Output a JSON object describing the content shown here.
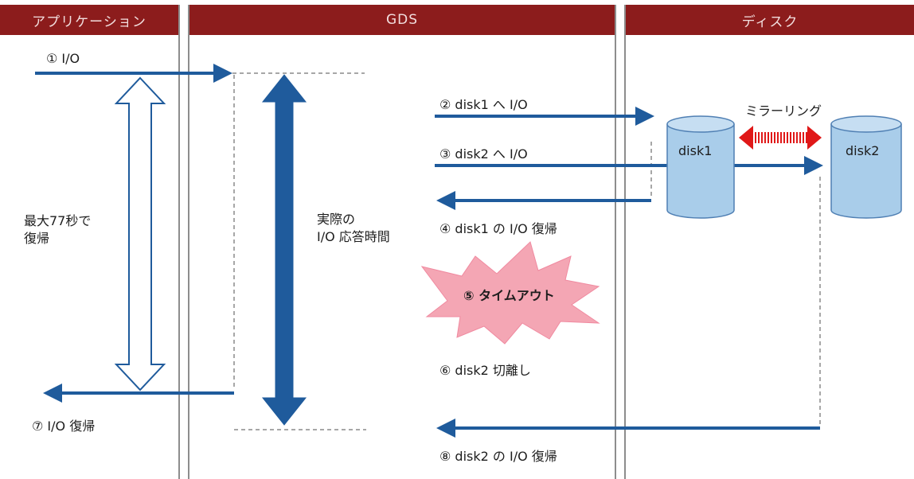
{
  "lanes": {
    "app": "アプリケーション",
    "gds": "GDS",
    "disk": "ディスク"
  },
  "steps": {
    "s1": "① I/O",
    "s2": "② disk1 へ I/O",
    "s3": "③ disk2 へ I/O",
    "s4": "④ disk1 の I/O 復帰",
    "s5": "⑤ タイムアウト",
    "s6": "⑥ disk2 切離し",
    "s7": "⑦ I/O 復帰",
    "s8": "⑧ disk2 の I/O 復帰"
  },
  "labels": {
    "max_recovery_line1": "最大77秒で",
    "max_recovery_line2": "復帰",
    "actual_response_line1": "実際の",
    "actual_response_line2": "I/O 応答時間",
    "mirroring": "ミラーリング",
    "disk1": "disk1",
    "disk2": "disk2"
  },
  "colors": {
    "header_bg": "#8c1c1c",
    "arrow_blue": "#1f5b9c",
    "disk_fill": "#a9cdea",
    "mirror_red": "#e01818",
    "burst_pink": "#f4a6b4"
  }
}
